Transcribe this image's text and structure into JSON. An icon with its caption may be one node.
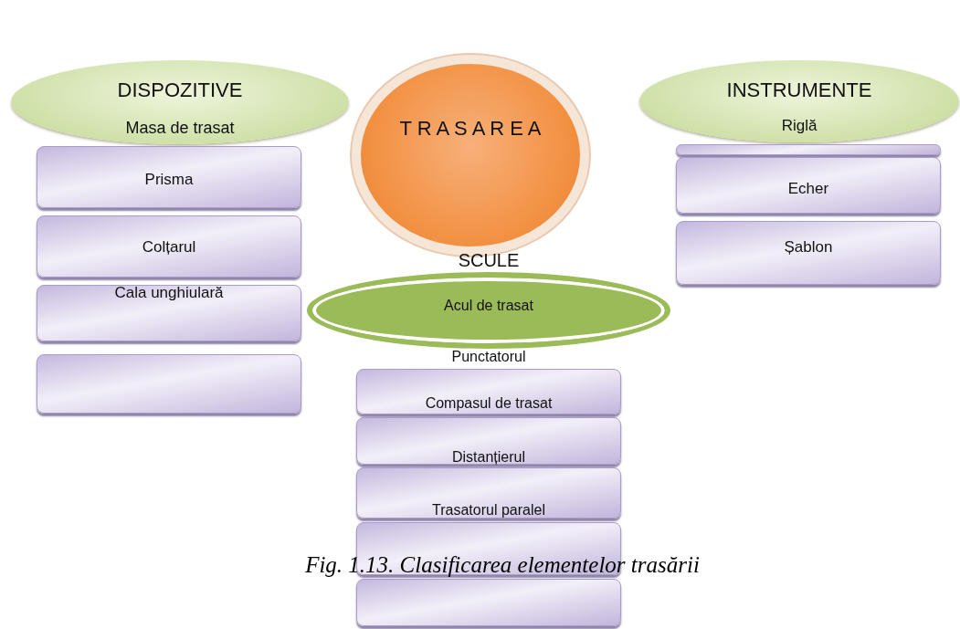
{
  "diagram": {
    "caption": "Fig. 1.13. Clasificarea elementelor trasării",
    "nodes": [
      {
        "text": [
          "DISPOZITIVE",
          "Masa de trasat"
        ]
      },
      {
        "text": [
          "Prisma"
        ]
      },
      {
        "text": [
          "Colțarul"
        ]
      },
      {
        "text": [
          "Cala unghiulară"
        ]
      },
      {
        "text": [],
        "shape": "box"
      },
      {
        "text": [
          "T R A S A R E A"
        ]
      },
      {
        "text": [
          "SCULE",
          "Acul de trasat",
          "Punctatorul"
        ]
      },
      {
        "text": [
          "Compasul de trasat"
        ]
      },
      {
        "text": [
          "Distanțierul"
        ]
      },
      {
        "text": [
          "Trasatorul paralel"
        ]
      },
      {
        "text": [],
        "shape": "box"
      },
      {
        "text": [],
        "shape": "box"
      },
      {
        "text": [
          "INSTRUMENTE",
          "Riglă"
        ]
      },
      {
        "text": [],
        "shape": "box"
      },
      {
        "text": [
          "Echer"
        ]
      },
      {
        "text": [
          "Șablon"
        ]
      }
    ],
    "edges": []
  }
}
